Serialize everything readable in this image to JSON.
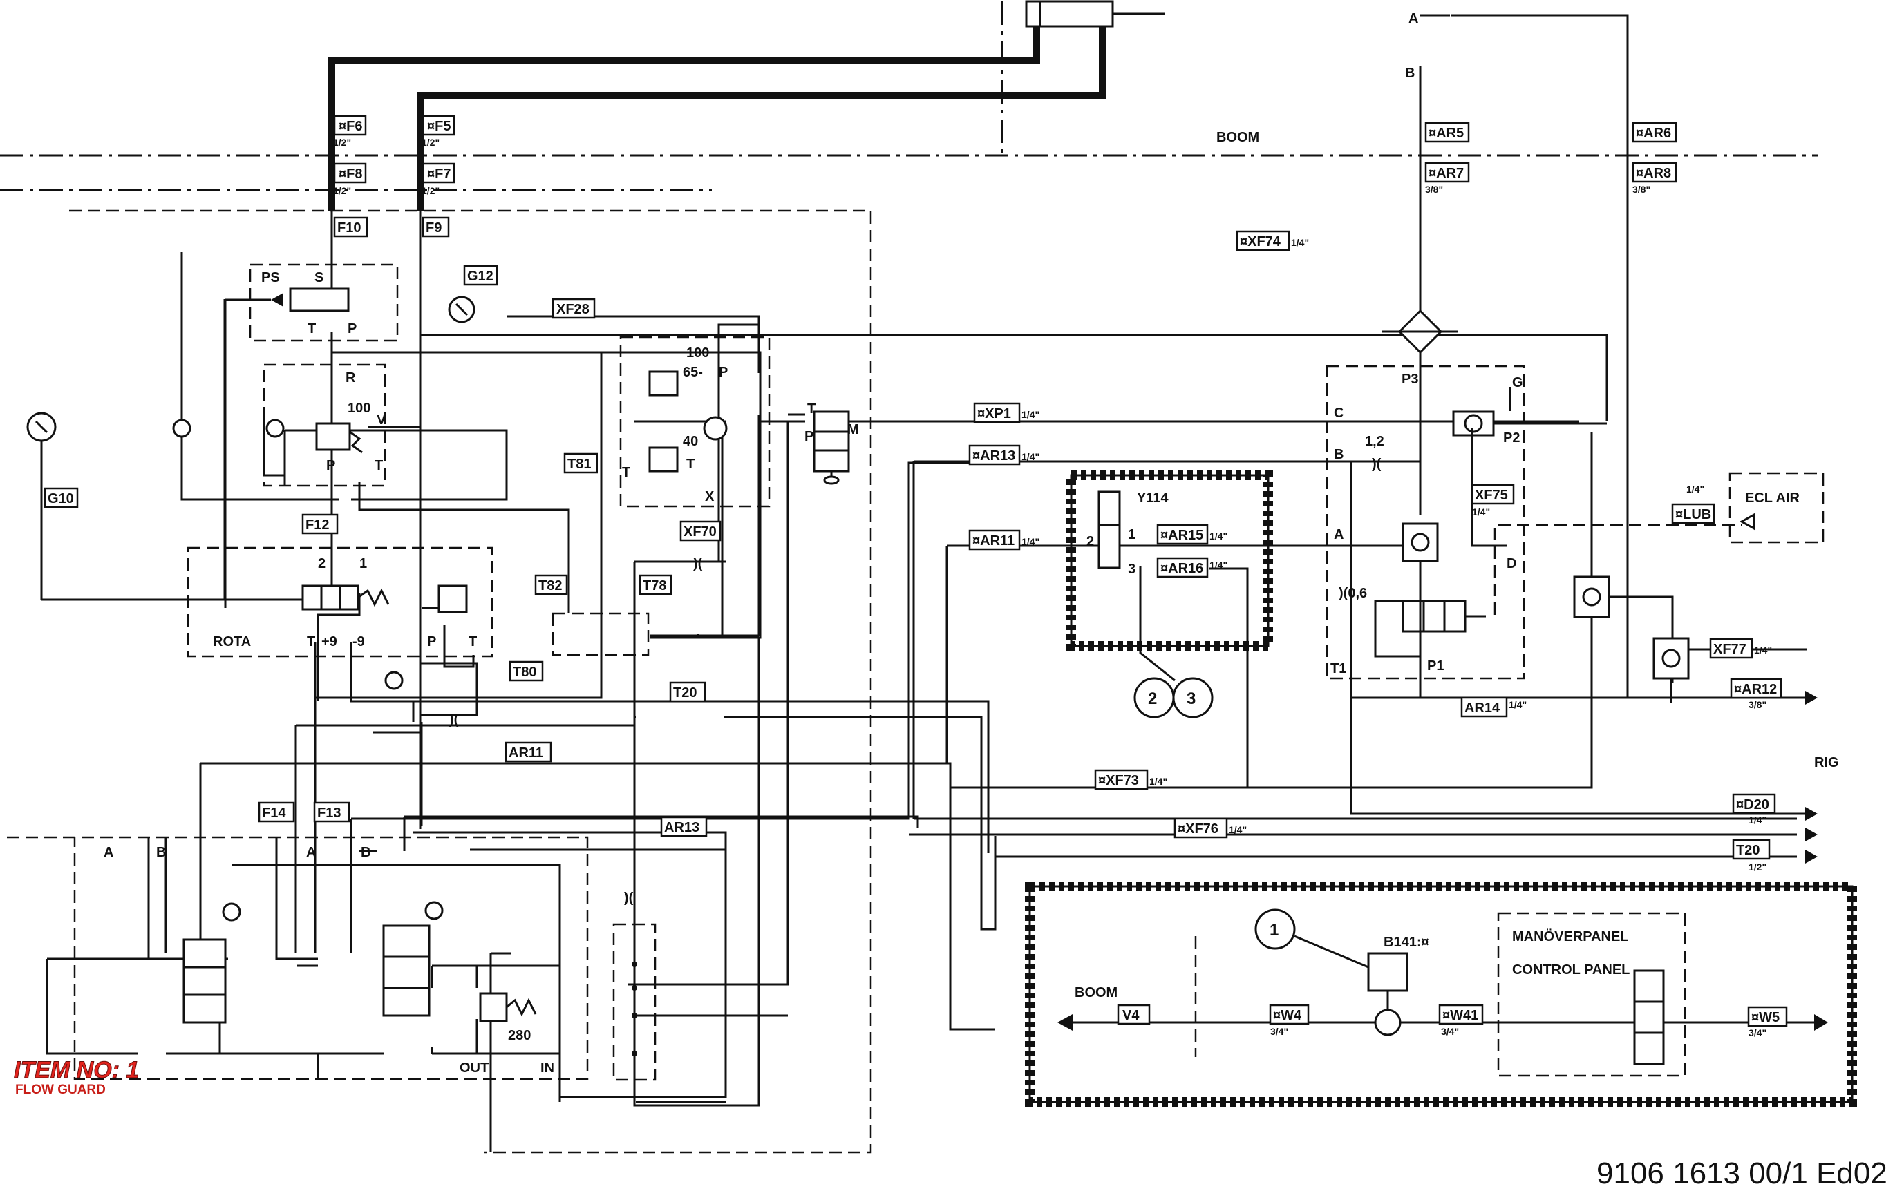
{
  "diagram": {
    "zone_labels": {
      "boom": "BOOM",
      "rig": "RIG",
      "rota": "ROTA",
      "boom_left": "BOOM"
    },
    "ports": {
      "F6": "¤F6",
      "F5": "¤F5",
      "F8": "¤F8",
      "F7": "¤F7",
      "F10": "F10",
      "F9": "F9",
      "G12": "G12",
      "G10": "G10",
      "XF28": "XF28",
      "F12": "F12",
      "T81": "T81",
      "T82": "T82",
      "T80": "T80",
      "T78": "T78",
      "XF70": "XF70",
      "T20a": "T20",
      "AR11a": "AR11",
      "AR13a": "AR13",
      "F14": "F14",
      "F13": "F13",
      "XF74": "¤XF74",
      "XP1": "¤XP1",
      "AR13b": "¤AR13",
      "AR11b": "¤AR11",
      "AR15": "¤AR15",
      "AR16": "¤AR16",
      "XF73": "¤XF73",
      "XF76": "¤XF76",
      "AR5": "¤AR5",
      "AR7": "¤AR7",
      "AR6": "¤AR6",
      "AR8": "¤AR8",
      "XF75": "XF75",
      "AR14": "AR14",
      "XF77": "XF77",
      "AR12": "¤AR12",
      "D20": "¤D20",
      "T20b": "T20",
      "LUB": "¤LUB",
      "V4": "V4",
      "W4": "¤W4",
      "W41": "¤W41",
      "W5": "¤W5"
    },
    "sizes": {
      "half": "1/2\"",
      "quarter": "1/4\"",
      "three_eighths": "3/8\"",
      "three_quarter": "3/4\""
    },
    "text": {
      "ps": "PS",
      "s": "S",
      "t1": "T",
      "p1": "P",
      "r": "R",
      "v": "V",
      "p2": "P",
      "t2": "T",
      "n100a": "100",
      "n100b": "100",
      "n65": "65-",
      "n40": "40",
      "pp": "P",
      "t3": "T",
      "t4": "T",
      "x": "X",
      "n2": "2",
      "n1": "1",
      "t5": "T",
      "p9": "+9",
      "m9": "-9",
      "p3": "P",
      "t6": "T",
      "tt": "T",
      "pm_p": "P",
      "pm_m": "M",
      "a1": "A",
      "b1": "B",
      "a2": "A",
      "b2": "B",
      "out": "OUT",
      "in": "IN",
      "n280": "280",
      "y114": "Y114",
      "y2": "2",
      "y1": "1",
      "y3": "3",
      "c2": "2",
      "c3": "3",
      "top_a": "A",
      "top_b": "B",
      "p3v": "P3",
      "g": "G",
      "c": "C",
      "bv": "B",
      "av": "A",
      "d": "D",
      "p2v": "P2",
      "p1v": "P1",
      "t1v": "T1",
      "n12": "1,2",
      "n06": ")(0,6",
      "orif": ")(",
      "ecl": "ECL AIR",
      "lub_sz": "1/4\"",
      "c1": "1",
      "b141": "B141:¤",
      "panel1": "MANÖVERPANEL",
      "panel2": "CONTROL PANEL"
    },
    "item_no": "ITEM NO: 1",
    "item_sub": "FLOW GUARD",
    "document_number": "9106 1613 00/1  Ed02"
  }
}
